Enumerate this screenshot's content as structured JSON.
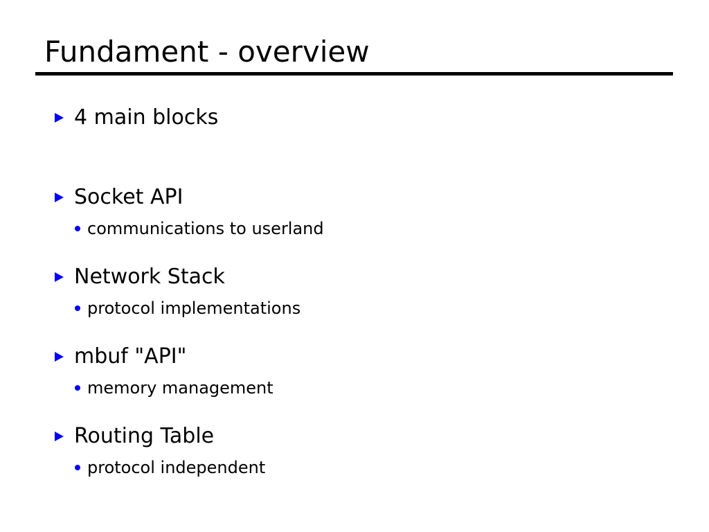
{
  "slide": {
    "title": "Fundament - overview",
    "background_color": "#ffffff",
    "text_color": "#000000",
    "marker_color": "#0000ff",
    "rule_color": "#000000",
    "outline": [
      {
        "label": "4 main blocks",
        "marker": "triangle-right-icon",
        "children": []
      },
      {
        "label": "Socket API",
        "marker": "triangle-right-icon",
        "children": [
          {
            "label": "communications to userland",
            "marker": "bullet-dot-icon"
          }
        ]
      },
      {
        "label": "Network Stack",
        "marker": "triangle-right-icon",
        "children": [
          {
            "label": "protocol implementations",
            "marker": "bullet-dot-icon"
          }
        ]
      },
      {
        "label": "mbuf \"API\"",
        "marker": "triangle-right-icon",
        "children": [
          {
            "label": "memory management",
            "marker": "bullet-dot-icon"
          }
        ]
      },
      {
        "label": "Routing Table",
        "marker": "triangle-right-icon",
        "children": [
          {
            "label": "protocol independent",
            "marker": "bullet-dot-icon"
          }
        ]
      }
    ]
  }
}
